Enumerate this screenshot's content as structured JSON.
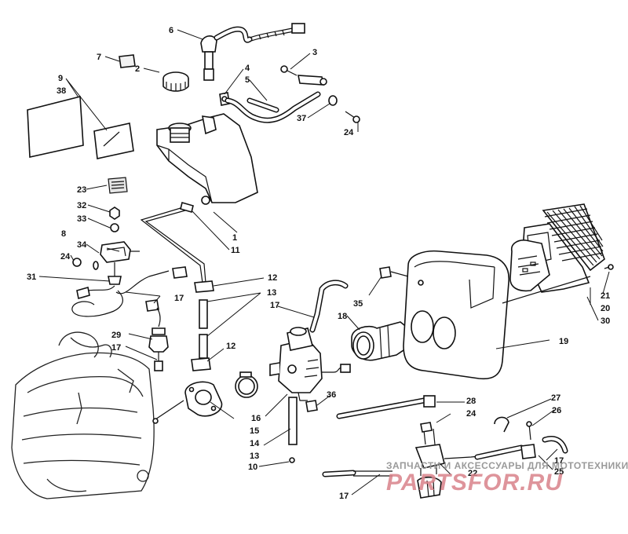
{
  "callouts": [
    {
      "id": "c1",
      "text": "1"
    },
    {
      "id": "c2",
      "text": "2"
    },
    {
      "id": "c3",
      "text": "3"
    },
    {
      "id": "c4",
      "text": "4"
    },
    {
      "id": "c5",
      "text": "5"
    },
    {
      "id": "c6",
      "text": "6"
    },
    {
      "id": "c7",
      "text": "7"
    },
    {
      "id": "c8",
      "text": "8"
    },
    {
      "id": "c9",
      "text": "9"
    },
    {
      "id": "c10",
      "text": "10"
    },
    {
      "id": "c11",
      "text": "11"
    },
    {
      "id": "c12a",
      "text": "12"
    },
    {
      "id": "c12b",
      "text": "12"
    },
    {
      "id": "c13a",
      "text": "13"
    },
    {
      "id": "c13b",
      "text": "13"
    },
    {
      "id": "c14",
      "text": "14"
    },
    {
      "id": "c15",
      "text": "15"
    },
    {
      "id": "c16",
      "text": "16"
    },
    {
      "id": "c17a",
      "text": "17"
    },
    {
      "id": "c17b",
      "text": "17"
    },
    {
      "id": "c17c",
      "text": "17"
    },
    {
      "id": "c17d",
      "text": "17"
    },
    {
      "id": "c17e",
      "text": "17"
    },
    {
      "id": "c18",
      "text": "18"
    },
    {
      "id": "c19",
      "text": "19"
    },
    {
      "id": "c20",
      "text": "20"
    },
    {
      "id": "c21",
      "text": "21"
    },
    {
      "id": "c22",
      "text": "22"
    },
    {
      "id": "c23",
      "text": "23"
    },
    {
      "id": "c24a",
      "text": "24"
    },
    {
      "id": "c24b",
      "text": "24"
    },
    {
      "id": "c24c",
      "text": "24"
    },
    {
      "id": "c25",
      "text": "25"
    },
    {
      "id": "c26",
      "text": "26"
    },
    {
      "id": "c27",
      "text": "27"
    },
    {
      "id": "c28",
      "text": "28"
    },
    {
      "id": "c29",
      "text": "29"
    },
    {
      "id": "c30",
      "text": "30"
    },
    {
      "id": "c31",
      "text": "31"
    },
    {
      "id": "c32",
      "text": "32"
    },
    {
      "id": "c33",
      "text": "33"
    },
    {
      "id": "c34",
      "text": "34"
    },
    {
      "id": "c35",
      "text": "35"
    },
    {
      "id": "c36",
      "text": "36"
    },
    {
      "id": "c37",
      "text": "37"
    },
    {
      "id": "c38",
      "text": "38"
    }
  ],
  "watermark": {
    "tagline": "ЗАПЧАСТИ И АКСЕССУАРЫ ДЛЯ МОТОТЕХНИКИ",
    "logo": "PARTSFOR.RU"
  },
  "colors": {
    "line": "#111111",
    "background": "#ffffff",
    "watermark_gray": "#9a9a9a",
    "watermark_red": "#d9828a"
  }
}
